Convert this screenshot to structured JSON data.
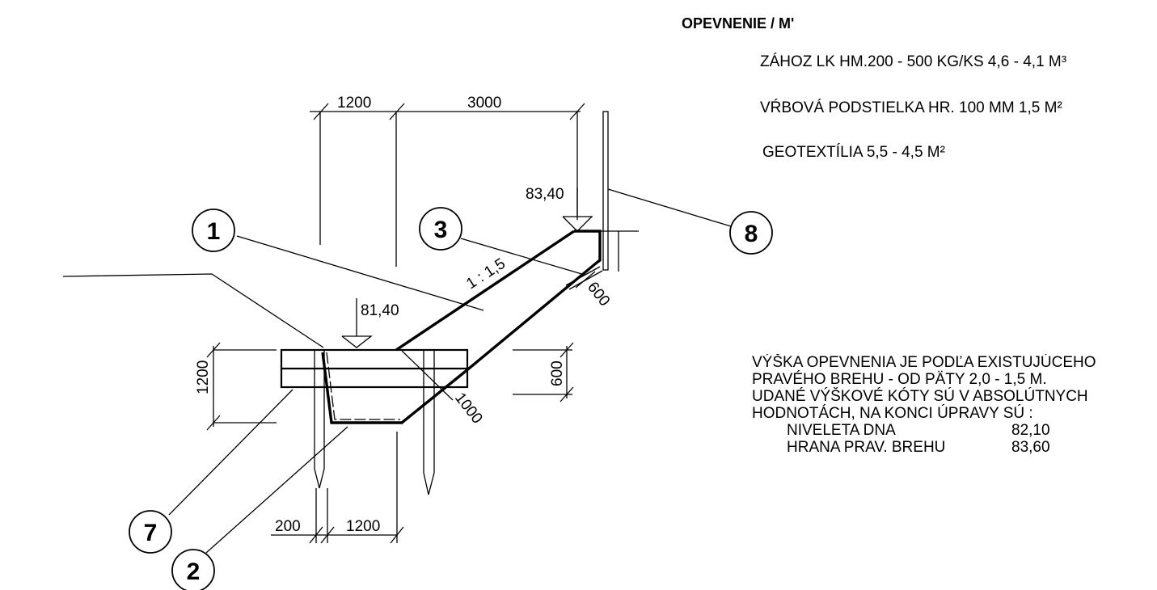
{
  "legend": {
    "title": "OPEVNENIE / M'",
    "items": [
      "ZÁHOZ  LK  HM.200 - 500 KG/KS     4,6 - 4,1 M³",
      "VŔBOVÁ PODSTIELKA HR. 100 MM    1,5 M²",
      "GEOTEXTÍLIA    5,5 - 4,5  M²"
    ]
  },
  "note": {
    "lines": [
      "VÝŠKA OPEVNENIA JE PODĽA EXISTUJÚCEHO",
      "PRAVÉHO BREHU  -  OD PÄTY 2,0 - 1,5 M.",
      "UDANÉ VÝŠKOVÉ KÓTY SÚ V ABSOLÚTNYCH",
      "HODNOTÁCH, NA KONCI ÚPRAVY SÚ :"
    ],
    "table": [
      {
        "label": "NIVELETA DNA",
        "value": "82,10"
      },
      {
        "label": "HRANA PRAV. BREHU",
        "value": "83,60"
      }
    ]
  },
  "drawing": {
    "dims": {
      "top_left": "1200",
      "top_right": "3000",
      "left_height": "1200",
      "right_height": "600",
      "bottom_left": "200",
      "bottom_right": "1200",
      "slope_thickness": "600",
      "toe_depth": "1000"
    },
    "elevations": {
      "top": "83,40",
      "toe": "81,40"
    },
    "slope_ratio": "1 : 1,5",
    "markers": [
      "1",
      "2",
      "3",
      "7",
      "8"
    ]
  }
}
